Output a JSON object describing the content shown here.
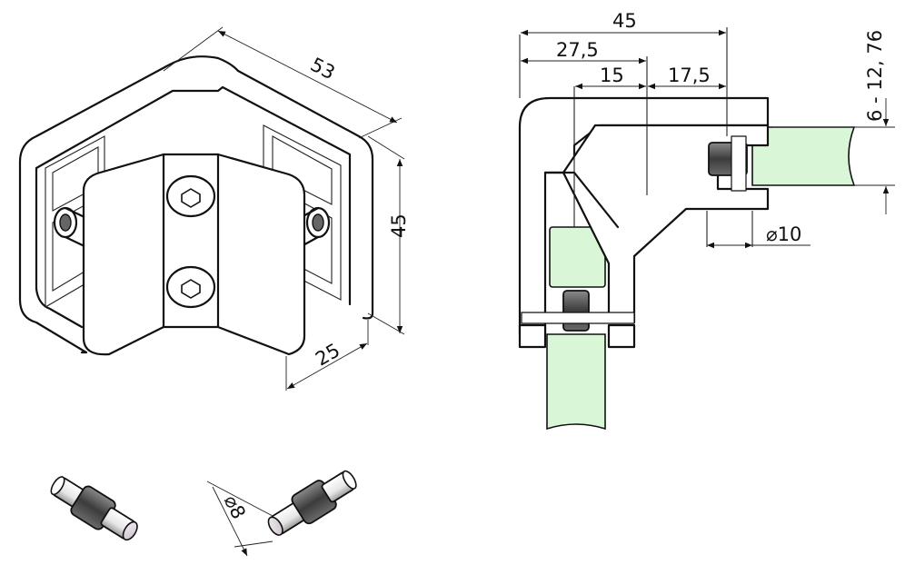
{
  "front_view": {
    "dims": {
      "overall_width": "45",
      "offset_a": "27,5",
      "offset_b": "15",
      "offset_c": "17,5",
      "glass_thickness": "6 - 12, 76",
      "hole_diameter": "⌀10"
    }
  },
  "iso_view": {
    "dims": {
      "length": "53",
      "height": "45",
      "depth": "25"
    }
  },
  "pin_view": {
    "dims": {
      "pin_diameter": "⌀8"
    }
  },
  "colors": {
    "glass": "#d9f7d6",
    "bushing": "#555555",
    "line": "#111111"
  }
}
